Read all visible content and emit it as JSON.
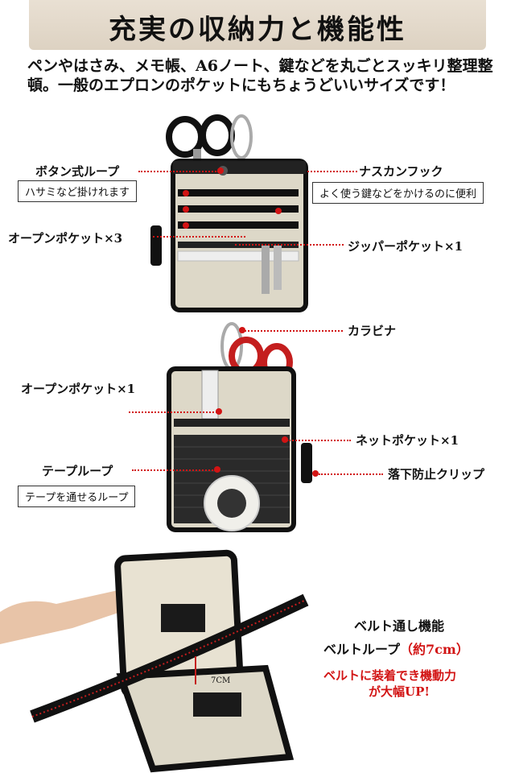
{
  "header": {
    "title": "充実の収納力と機能性"
  },
  "intro": {
    "text": "ペンやはさみ、メモ帳、A6ノート、鍵などを丸ごとスッキリ整理整頓。一般のエプロンのポケットにもちょうどいいサイズです！"
  },
  "section1": {
    "button_loop": "ボタン式ループ",
    "button_loop_desc": "ハサミなど掛けれます",
    "open_pocket3": "オープンポケット×3",
    "nascan_hook": "ナスカンフック",
    "nascan_hook_desc": "よく使う鍵などをかけるのに便利",
    "zipper_pocket": "ジッパーポケット×1"
  },
  "section2": {
    "carabiner": "カラビナ",
    "open_pocket1": "オープンポケット×1",
    "net_pocket": "ネットポケット×1",
    "tape_loop": "テープループ",
    "tape_loop_desc": "テープを通せるループ",
    "drop_clip": "落下防止クリップ"
  },
  "section3": {
    "belt_feature": "ベルト通し機能",
    "belt_loop_prefix": "ベルトループ",
    "belt_loop_size": "（約7cm）",
    "belt_benefit_line1": "ベルトに装着でき機動力",
    "belt_benefit_line2": "が大幅UP!",
    "measure": "7CM"
  },
  "colors": {
    "accent_red": "#d21414",
    "banner_beige": "#e3d9cb",
    "fabric": "#ddd8c8"
  }
}
